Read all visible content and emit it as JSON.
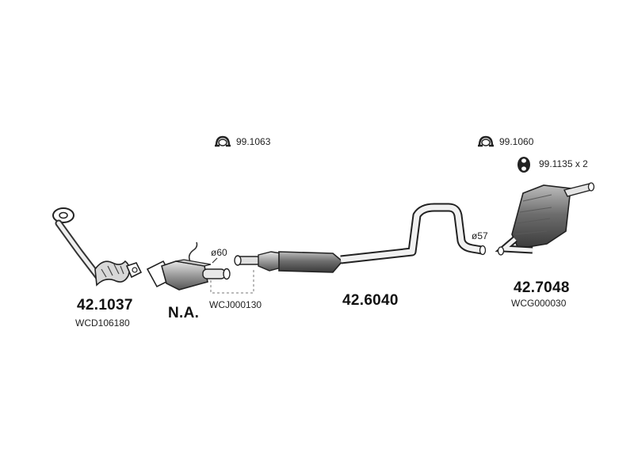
{
  "accessories": {
    "clamp_1": "99.1063",
    "clamp_2": "99.1060",
    "hanger": "99.1135 x 2"
  },
  "parts": {
    "front_pipe": {
      "number": "42.1037",
      "code": "WCD106180"
    },
    "catalyst": {
      "number": "N.A.",
      "code": "WCJ000130",
      "diameter": "ø60"
    },
    "middle_silencer": {
      "number": "42.6040",
      "diameter": "ø57"
    },
    "rear_silencer": {
      "number": "42.7048",
      "code": "WCG000030"
    }
  }
}
